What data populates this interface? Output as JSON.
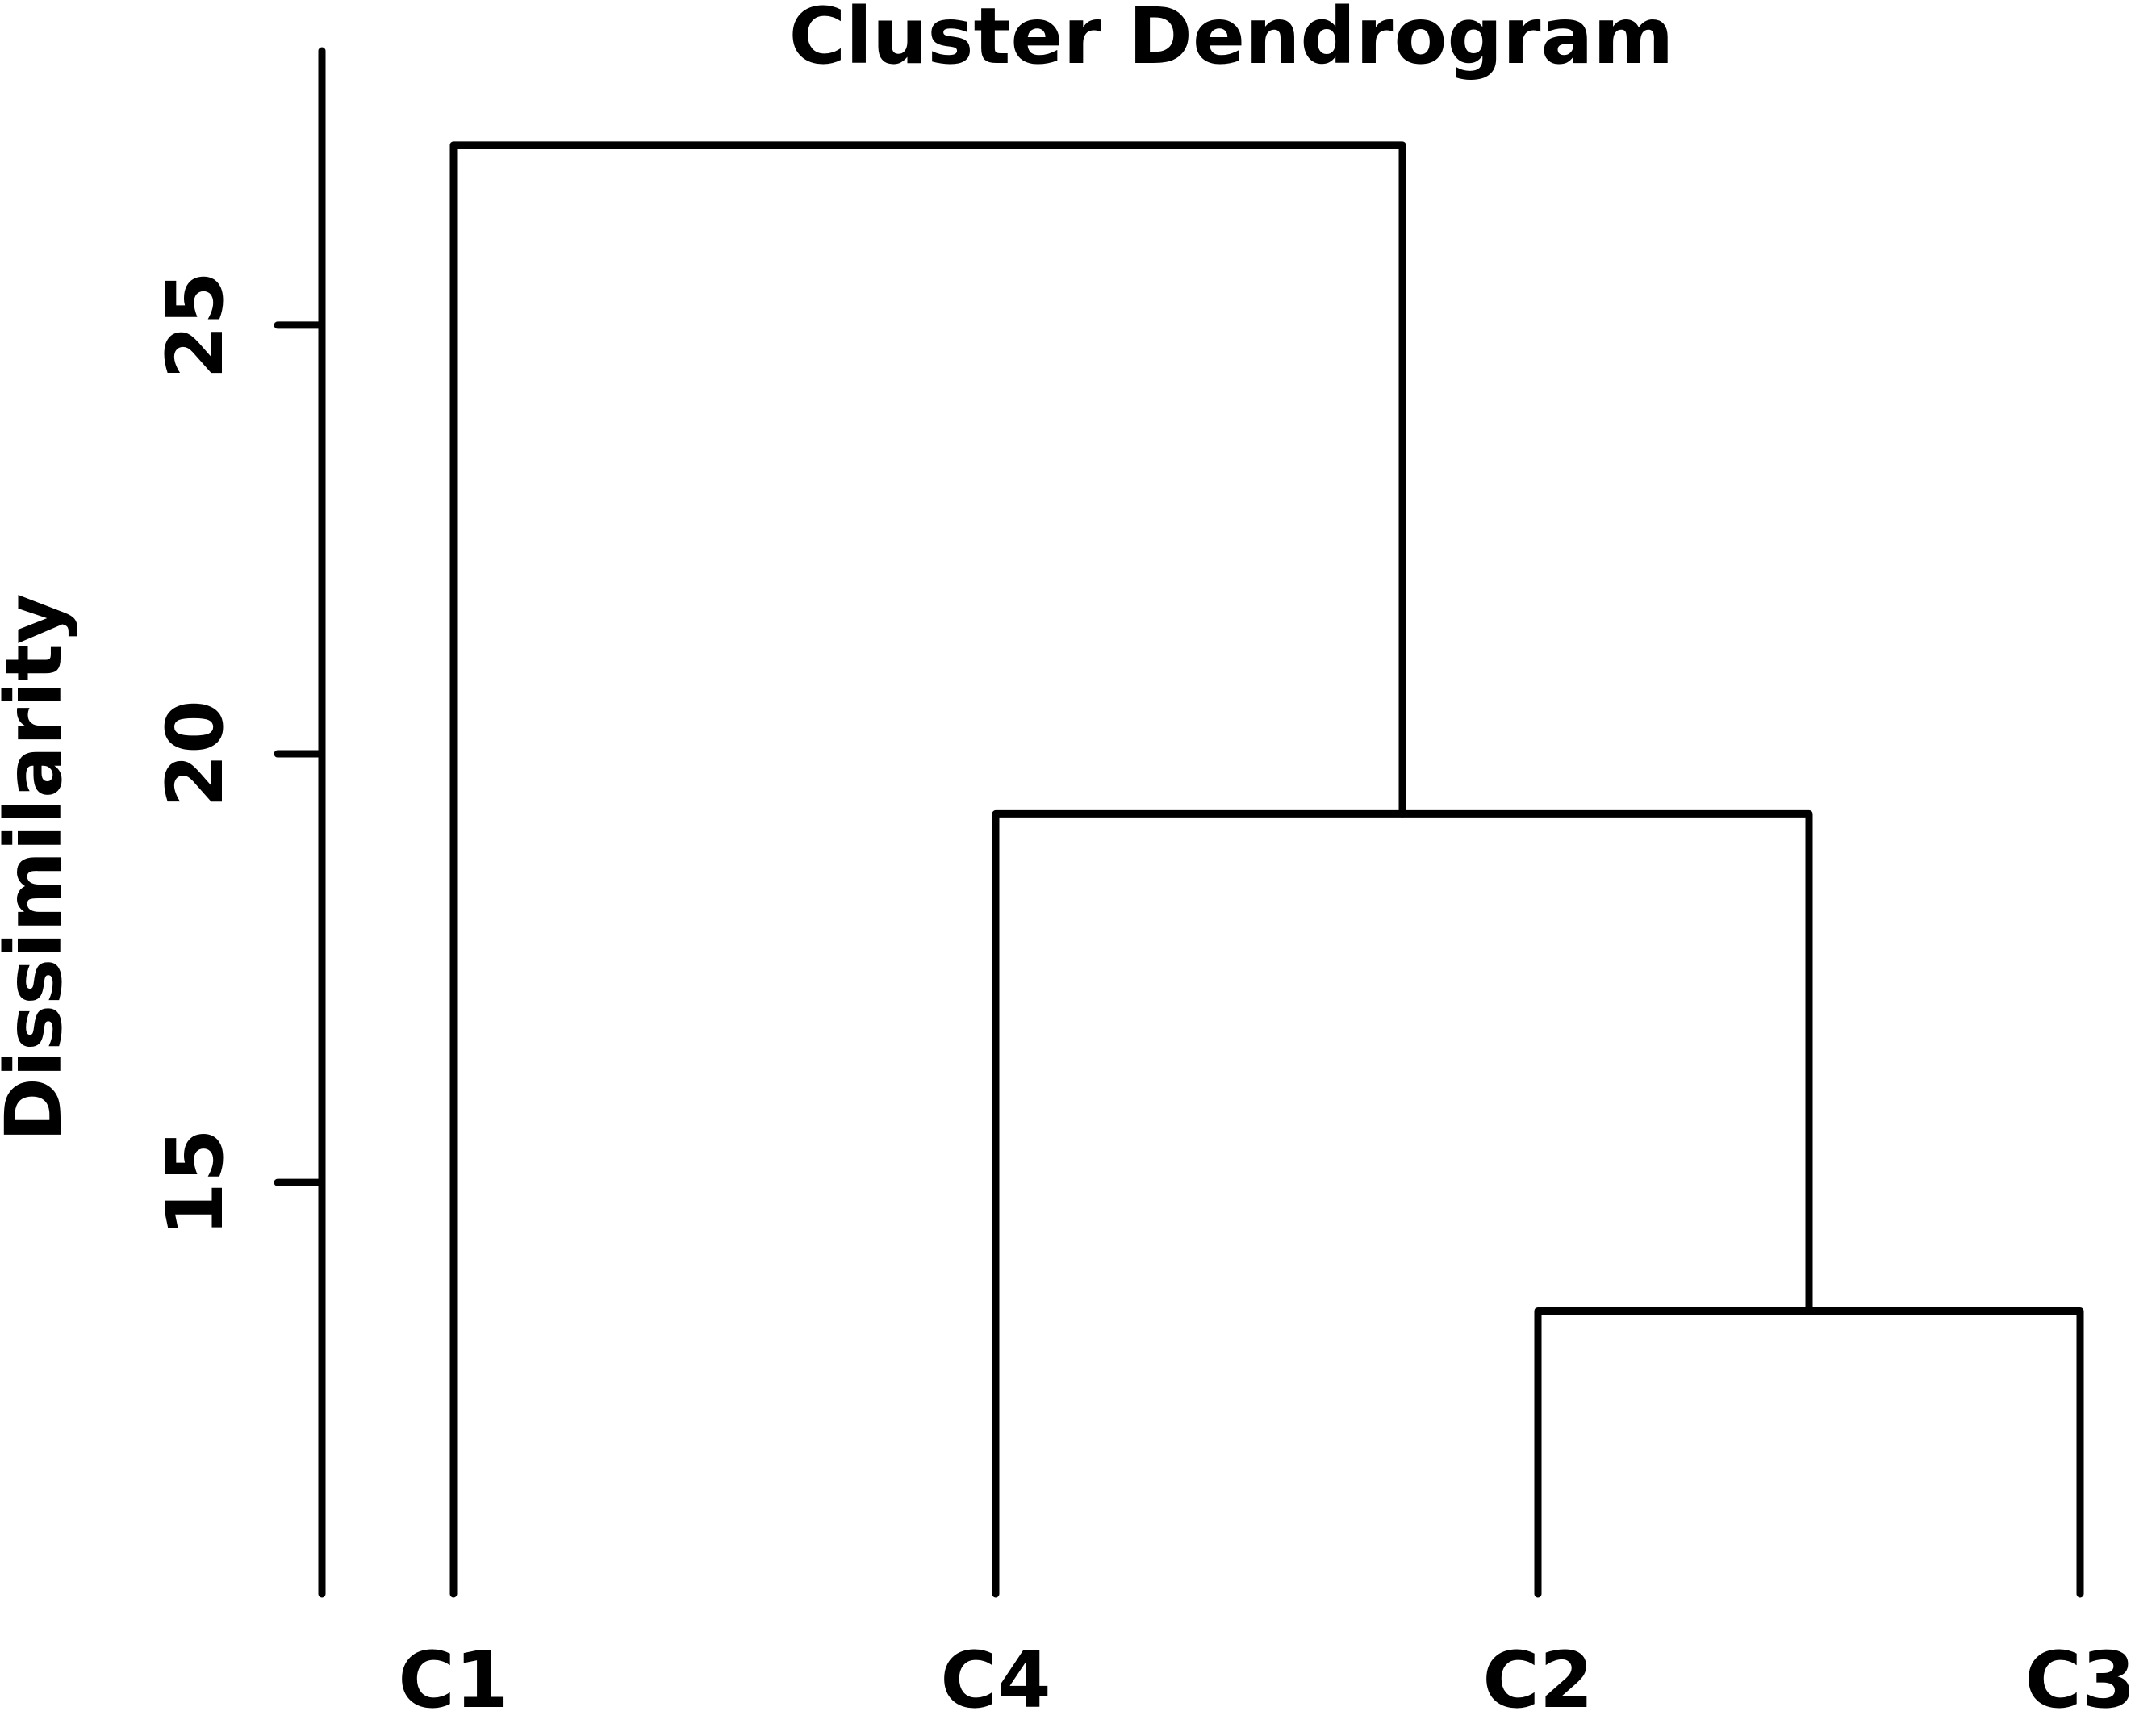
{
  "chart_data": {
    "type": "dendrogram",
    "title": "Cluster Dendrogram",
    "xlabel": "",
    "ylabel": "Dissimilarity",
    "yticks": [
      15,
      20,
      25
    ],
    "ylim": [
      10.2,
      28.2
    ],
    "leaves": [
      "C1",
      "C4",
      "C2",
      "C3"
    ],
    "leaf_positions": [
      1,
      2,
      3,
      4
    ],
    "merges": [
      {
        "left": "C2",
        "right": "C3",
        "height": 13.5
      },
      {
        "left": "C4",
        "right": "C2+C3",
        "height": 19.3
      },
      {
        "left": "C1",
        "right": "C4+C2+C3",
        "height": 27.1
      }
    ],
    "grid": false,
    "legend": false,
    "colors": {
      "line": "#000000",
      "background": "#ffffff"
    }
  }
}
